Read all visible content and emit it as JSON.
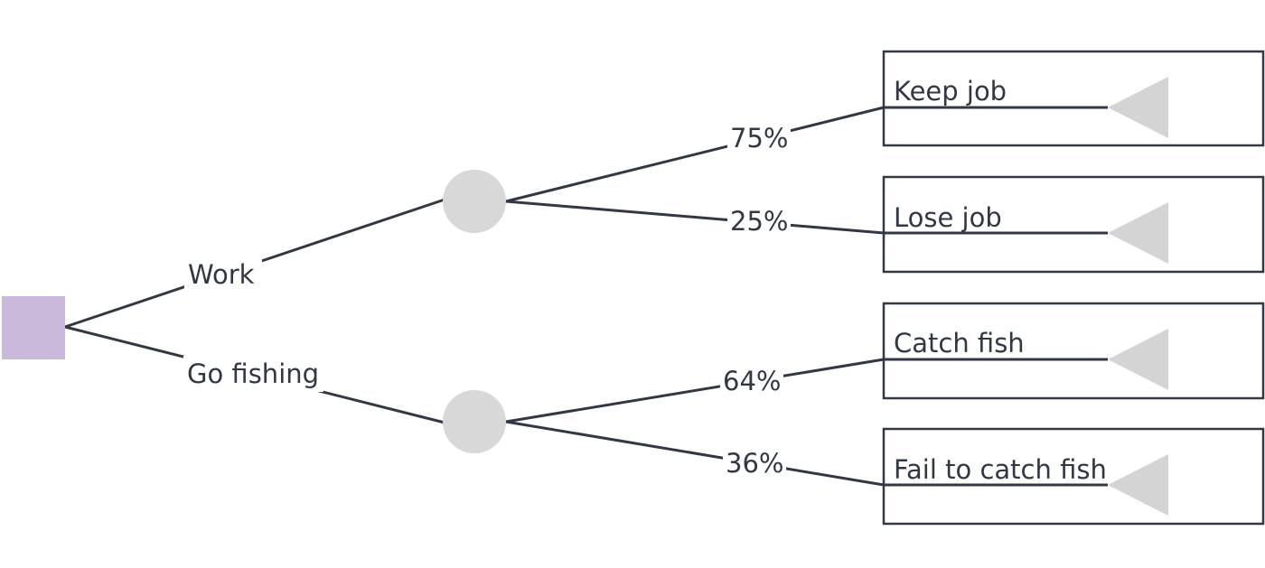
{
  "colors": {
    "line": "#323843",
    "decision_node": "#cbb9db",
    "chance_node": "#d8d8d8",
    "end_node": "#d4d4d4",
    "background": "#ffffff"
  },
  "decision": {
    "node_shape": "square",
    "options": [
      {
        "label": "Work",
        "node_shape": "circle",
        "outcomes": [
          {
            "probability": "75%",
            "label": "Keep job",
            "end_icon": "triangle-icon"
          },
          {
            "probability": "25%",
            "label": "Lose job",
            "end_icon": "triangle-icon"
          }
        ]
      },
      {
        "label": "Go fishing",
        "node_shape": "circle",
        "outcomes": [
          {
            "probability": "64%",
            "label": "Catch fish",
            "end_icon": "triangle-icon"
          },
          {
            "probability": "36%",
            "label": "Fail to catch fish",
            "end_icon": "triangle-icon"
          }
        ]
      }
    ]
  }
}
